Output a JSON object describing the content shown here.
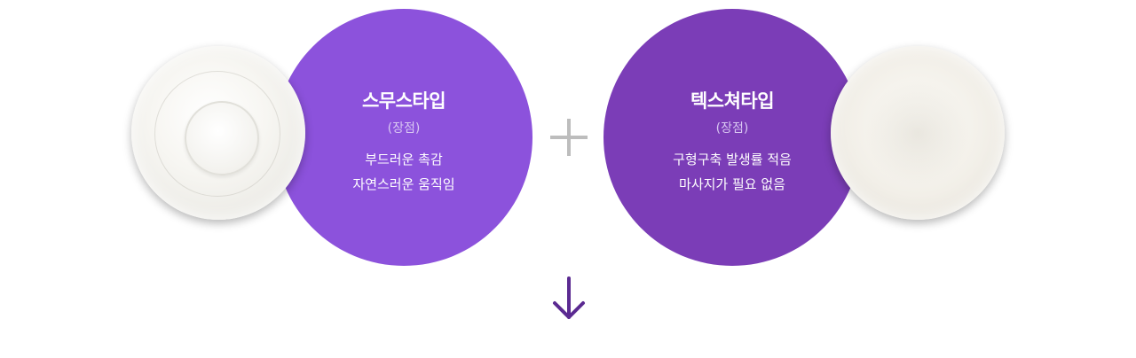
{
  "smooth": {
    "title": "스무스타입",
    "subtitle": "(장점)",
    "line1": "부드러운 촉감",
    "line2": "자연스러운 움직임"
  },
  "texture": {
    "title": "텍스쳐타입",
    "subtitle": "(장점)",
    "line1": "구형구축 발생률 적음",
    "line2": "마사지가 필요 없음"
  },
  "icons": {
    "plus": "plus-icon",
    "arrow": "arrow-down-icon"
  },
  "colors": {
    "smooth_circle": "#8c52dc",
    "texture_circle": "#7b3db7",
    "arrow": "#5b2a91",
    "plus": "#bdbdbd"
  }
}
